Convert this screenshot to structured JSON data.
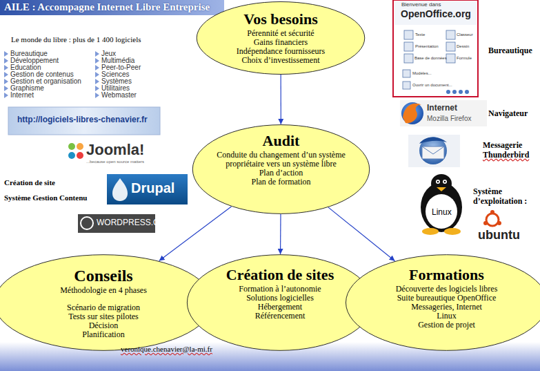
{
  "diagram": {
    "title": "AILE : Accompagne Internet Libre Entreprise",
    "nodes": [
      {
        "text": [
          "Vos besoins",
          "Pérennité et sécurité",
          "Gains financiers",
          "Indépendance fournisseurs",
          "Choix d’investissement"
        ]
      },
      {
        "text": [
          "Audit",
          "Conduite du changement d’un système propriétaire vers un système libre",
          "Plan d’action",
          "Plan de formation"
        ]
      },
      {
        "text": [
          "Conseils",
          "Méthodologie en 4 phases",
          "Scénario de migration",
          "Tests sur sites pilotes",
          "Décision",
          "Planification"
        ]
      },
      {
        "text": [
          "Création de sites",
          "Formation à l’autonomie",
          "Solutions logicielles",
          "Hébergement",
          "Référencement"
        ]
      },
      {
        "text": [
          "Formations",
          "Découverte des logiciels libres",
          "Suite bureautique OpenOffice",
          "Messageries, Internet",
          "Linux",
          "Gestion de projet"
        ]
      }
    ],
    "edges": [
      {
        "from": 0,
        "to": 1,
        "arrow": "to"
      },
      {
        "from": 1,
        "to": 2,
        "arrow": "to"
      },
      {
        "from": 1,
        "to": 3,
        "arrow": "to"
      },
      {
        "from": 1,
        "to": 4,
        "arrow": "to"
      }
    ],
    "labels": [
      "Le monde du libre : plus de 1 400 logiciels",
      "Bureautique",
      "Développement",
      "Education",
      "Gestion de contenus",
      "Gestion et organisation",
      "Graphisme",
      "Internet",
      "Jeux",
      "Multimédia",
      "Peer-to-Peer",
      "Sciences",
      "Systèmes",
      "Utilitaires",
      "Webmaster",
      "http://logiciels-libres-chenavier.fr",
      "Joomla!",
      "Création de site",
      "Système Gestion Contenu",
      "Drupal",
      "WORDPRESS.ORG",
      "Bienvenue dans",
      "OpenOffice.org",
      "Texte",
      "Classeur",
      "Présentation",
      "Dessin",
      "Base de données",
      "Formule",
      "Modèles...",
      "Ouvrir un document...",
      "Bureautique",
      "Internet",
      "Mozilla Firefox",
      "Navigateur",
      "Messagerie",
      "Thunderbird",
      "Linux",
      "Système d’exploitation :",
      "ubuntu",
      "veronique.chenavier@la-mi.fr",
      "...because open source matters"
    ]
  }
}
